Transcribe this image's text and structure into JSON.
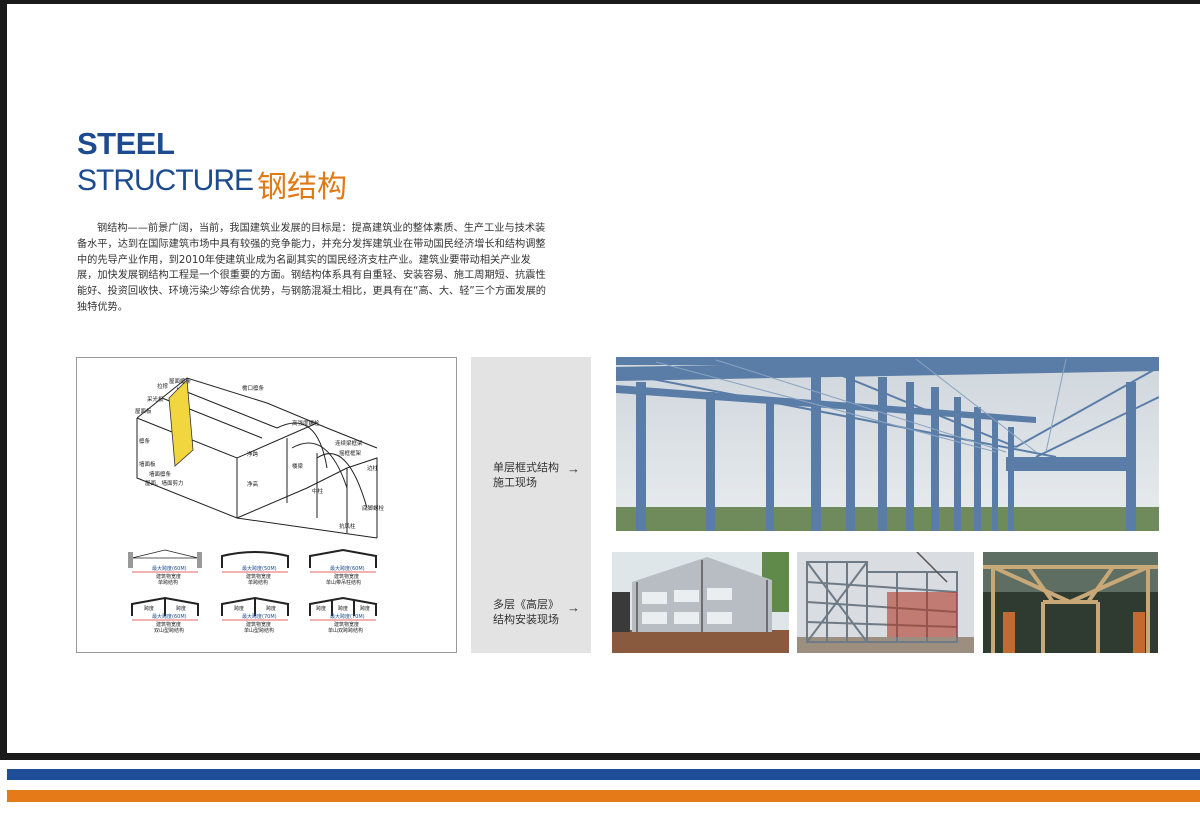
{
  "header": {
    "title_line1": "STEEL",
    "title_line2": "STRUCTURE",
    "title_cn": "钢结构"
  },
  "intro_text": "钢结构——前景广阔，当前，我国建筑业发展的目标是：提高建筑业的整体素质、生产工业与技术装备水平，达到在国际建筑市场中具有较强的竞争能力，并充分发挥建筑业在带动国民经济增长和结构调整中的先导产业作用，到2010年使建筑业成为名副其实的国民经济支柱产业。建筑业要带动相关产业发展，加快发展钢结构工程是一个很重要的方面。钢结构体系具有自重轻、安装容易、施工周期短、抗震性能好、投资回收快、环境污染少等综合优势，与钢筋混凝土相比，更具有在“高、大、轻”三个方面发展的独特优势。",
  "section_labels": {
    "single_layer": "单层框式结构施工现场",
    "multi_layer": "多层《高层》结构安装现场",
    "arrow": "→"
  },
  "colors": {
    "brand_blue": "#1d4b8f",
    "accent_orange": "#e07a16",
    "band_blue": "#1f4d98",
    "band_orange": "#e47b18",
    "label_panel_bg": "#e3e3e3"
  },
  "diagram": {
    "labels": {
      "purlin": "屋面檩条",
      "ridge": "檐口檩条",
      "tie": "拉撑",
      "skylight": "采光板",
      "roof_panel": "屋面板",
      "high_bolt": "高强度螺栓",
      "brace": "连续梁框架",
      "eave_beam": "檩条",
      "wall_panel": "墙面板",
      "wall_purlin": "墙面檩条",
      "roof_wall_brace": "屋面、墙面剪力",
      "side_column": "边柱",
      "portal": "摇框框架",
      "clear_span": "净跨",
      "clear_height": "净高",
      "mid_column": "中柱",
      "base_bolt": "底脚螺栓",
      "wind_column": "抗风柱",
      "floor_beam": "楼梁"
    },
    "frames": [
      {
        "span": "最大跨度(60M)",
        "note": "建筑物宽度",
        "type": "单跨结构"
      },
      {
        "span": "最大跨度(50M)",
        "note": "建筑物宽度",
        "type": "单跨结构"
      },
      {
        "span": "最大跨度(60M)",
        "note": "建筑物宽度",
        "type": "单山带吊柱结构"
      },
      {
        "span": "最大跨度(60M)",
        "note": "建筑物宽度",
        "type": "双山型跨结构",
        "bays": [
          "跨度",
          "跨度"
        ]
      },
      {
        "span": "最大跨度(70M)",
        "note": "建筑物宽度",
        "type": "单山型跨结构",
        "bays": [
          "跨度",
          "跨度"
        ]
      },
      {
        "span": "最大跨度(70M)",
        "note": "建筑物宽度",
        "type": "单山双跨跨结构",
        "bays": [
          "跨度",
          "跨度",
          "跨度"
        ]
      }
    ]
  }
}
